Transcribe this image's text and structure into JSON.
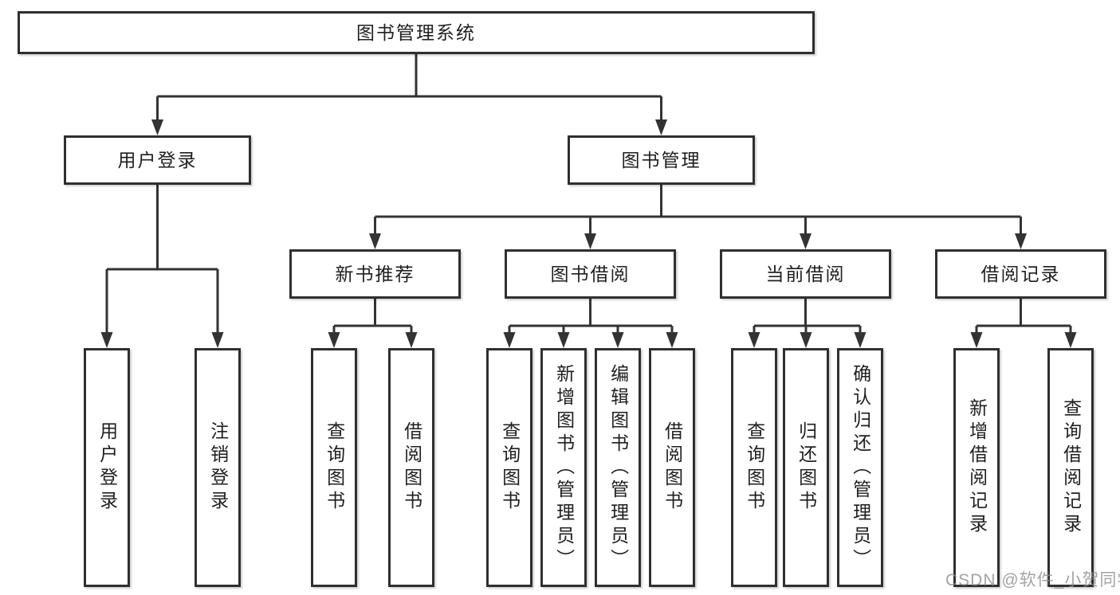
{
  "tree": {
    "root": {
      "label": "图书管理系统"
    },
    "user_login": {
      "label": "用户登录",
      "children": [
        {
          "label": "用户登录"
        },
        {
          "label": "注销登录"
        }
      ]
    },
    "book_management": {
      "label": "图书管理",
      "children": [
        {
          "label": "新书推荐",
          "children": [
            {
              "label": "查询图书"
            },
            {
              "label": "借阅图书"
            }
          ]
        },
        {
          "label": "图书借阅",
          "children": [
            {
              "label": "查询图书"
            },
            {
              "label": "新增图书（管理员）"
            },
            {
              "label": "编辑图书（管理员）"
            },
            {
              "label": "借阅图书"
            }
          ]
        },
        {
          "label": "当前借阅",
          "children": [
            {
              "label": "查询图书"
            },
            {
              "label": "归还图书"
            },
            {
              "label": "确认归还（管理员）"
            }
          ]
        },
        {
          "label": "借阅记录",
          "children": [
            {
              "label": "新增借阅记录"
            },
            {
              "label": "查询借阅记录"
            }
          ]
        }
      ]
    }
  },
  "watermark": "CSDN @软件_小贺同学",
  "colors": {
    "line": "#333333",
    "border": "#2f2f2f",
    "text": "#1f1f1f",
    "watermark": "#8c8c8c"
  }
}
